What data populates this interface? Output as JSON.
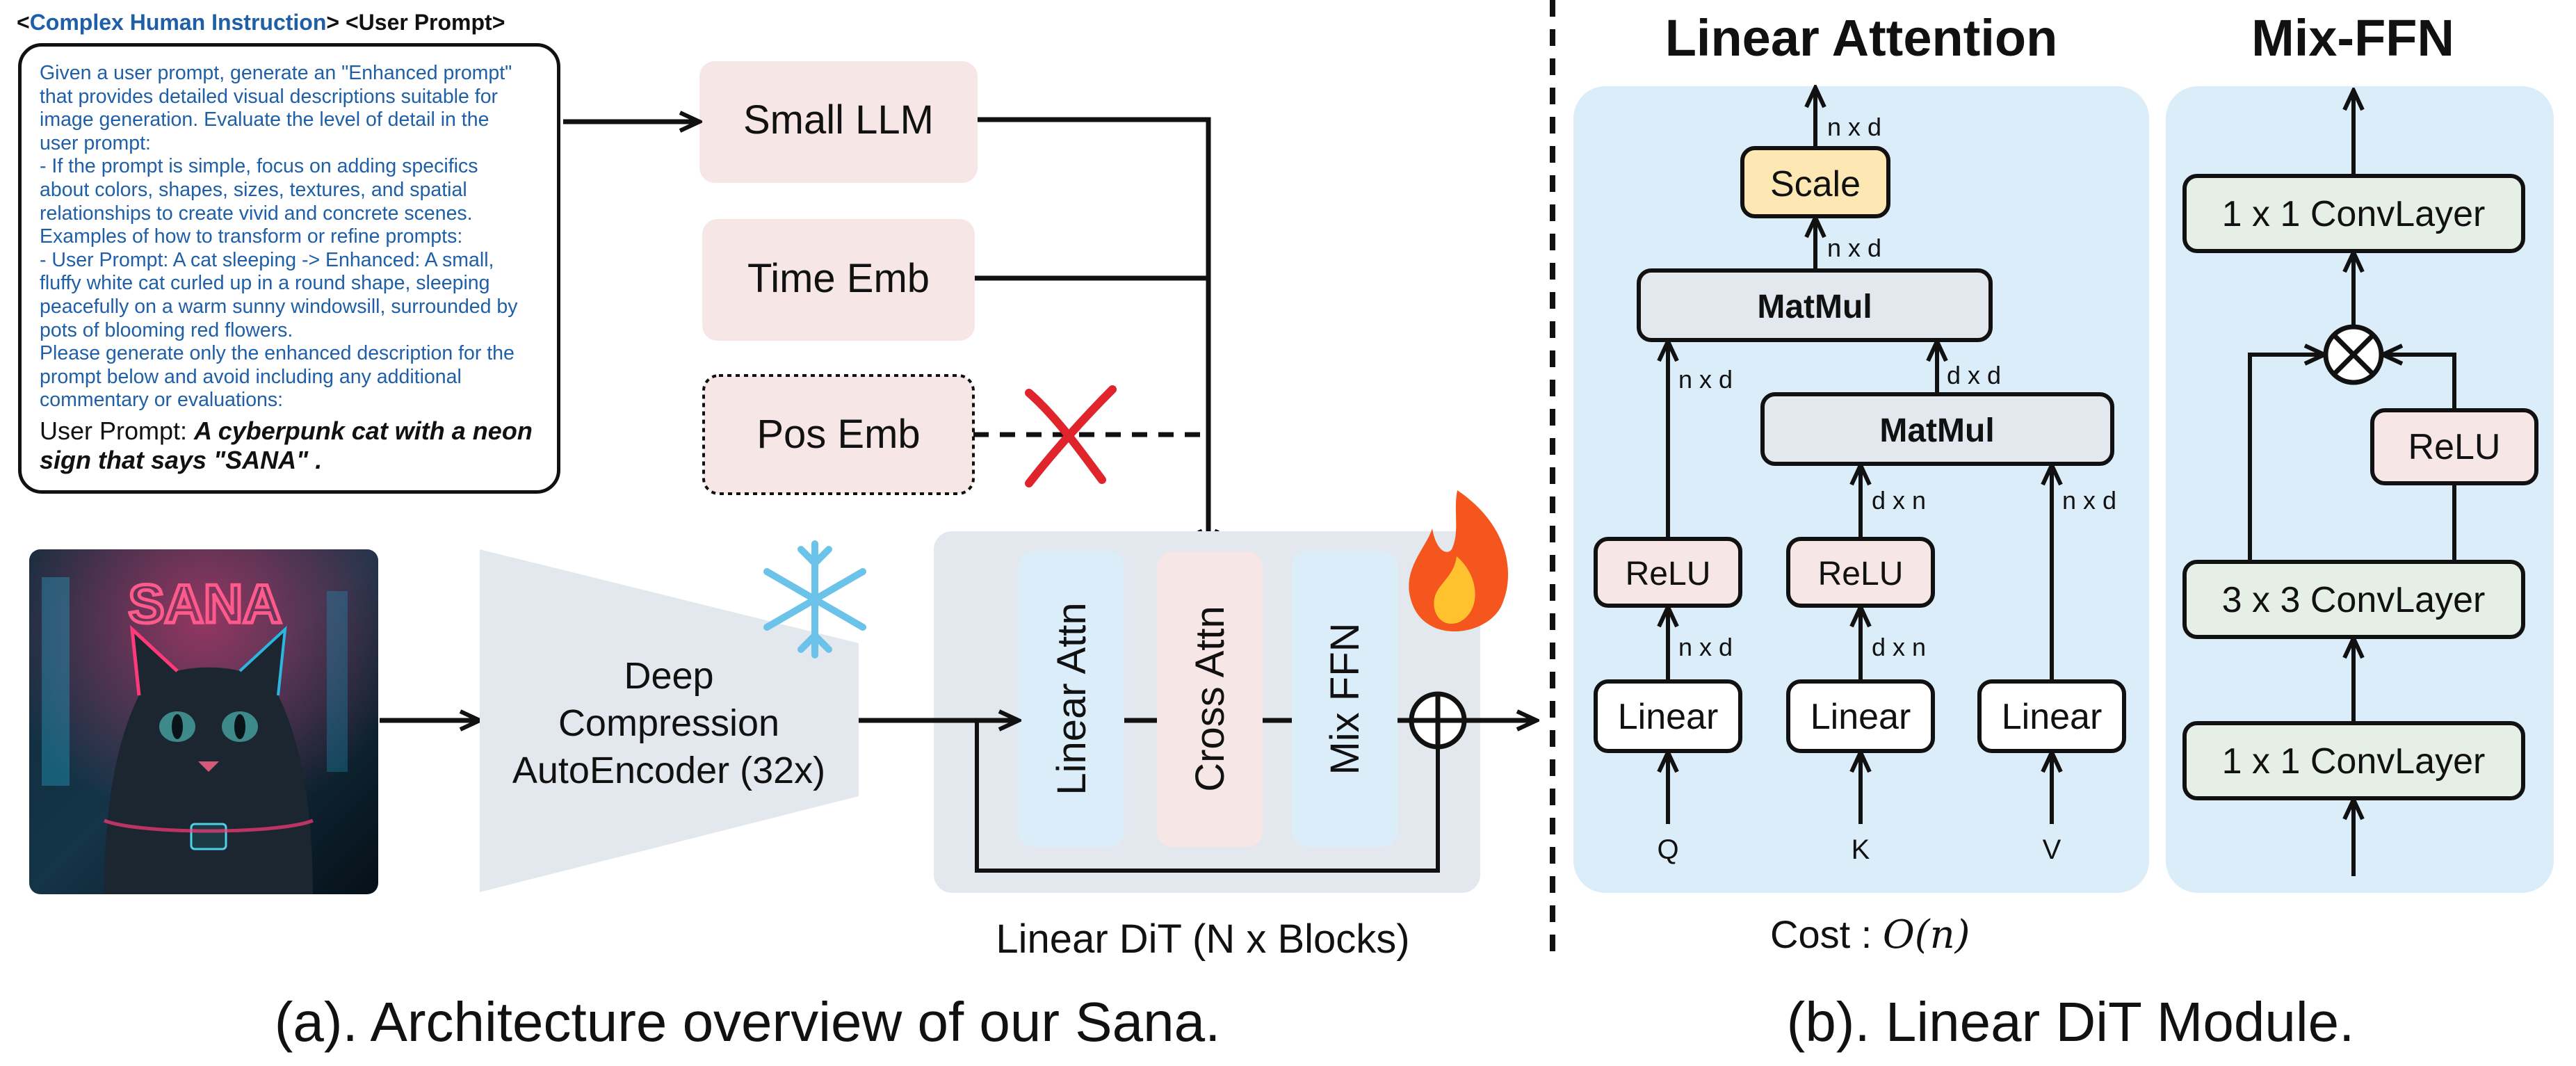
{
  "prompt": {
    "header_tag": "Complex Human Instruction",
    "header_user": "<User Prompt>",
    "lines": [
      "Given a user prompt, generate an \"Enhanced prompt\"",
      "that provides detailed visual descriptions suitable for",
      "image generation. Evaluate the level of detail in the",
      "user prompt:",
      "- If the prompt is simple, focus on adding specifics",
      "about colors, shapes, sizes, textures, and spatial",
      "relationships to create vivid and concrete scenes.",
      "Examples of how to transform or refine prompts:",
      "- User Prompt: A cat sleeping -> Enhanced: A small,",
      "fluffy white cat curled up in a round shape, sleeping",
      "peacefully on a warm sunny windowsill, surrounded by",
      "pots of blooming red flowers.",
      "Please generate only the enhanced description for the",
      "prompt below and avoid including any additional",
      "commentary or evaluations:"
    ],
    "user_prompt_label": "User Prompt: ",
    "user_prompt_text": "A cyberpunk cat with a neon sign that says \"SANA\" ."
  },
  "left": {
    "small_llm": "Small LLM",
    "time_emb": "Time Emb",
    "pos_emb": "Pos Emb",
    "encoder": [
      "Deep",
      "Compression",
      "AutoEncoder (32x)"
    ],
    "image_sign": "SANA",
    "block_labels": [
      "Linear Attn",
      "Cross Attn",
      "Mix FFN"
    ],
    "dit_caption": "Linear DiT (N x Blocks)",
    "caption": "(a). Architecture overview of our Sana."
  },
  "linear_attention": {
    "title": "Linear Attention",
    "scale": "Scale",
    "matmul_top": "MatMul",
    "matmul_mid": "MatMul",
    "relu": "ReLU",
    "linear": "Linear",
    "inputs": [
      "Q",
      "K",
      "V"
    ],
    "dims": {
      "out": "n x d",
      "scale_in": "n x d",
      "left": "n x d",
      "mid": "d x d",
      "q_linear": "n x d",
      "k_relu": "d x n",
      "k_linear": "d x n",
      "v": "n x d"
    },
    "cost_label": "Cost : ",
    "cost_value": "O(n)"
  },
  "mix_ffn": {
    "title": "Mix-FFN",
    "top": "1 x 1 ConvLayer",
    "relu": "ReLU",
    "mid": "3 x 3 ConvLayer",
    "bottom": "1 x 1 ConvLayer"
  },
  "right_caption": "(b). Linear DiT Module.",
  "colors": {
    "pink_box": "#f6e6e6",
    "blue_panel": "#dcedfa",
    "gray_panel": "#e3e8ee",
    "green_box": "#e6efe6",
    "scale_yellow": "#fde8b4",
    "red_cross": "#e0242c",
    "accent_blue": "#1e5fa8"
  }
}
